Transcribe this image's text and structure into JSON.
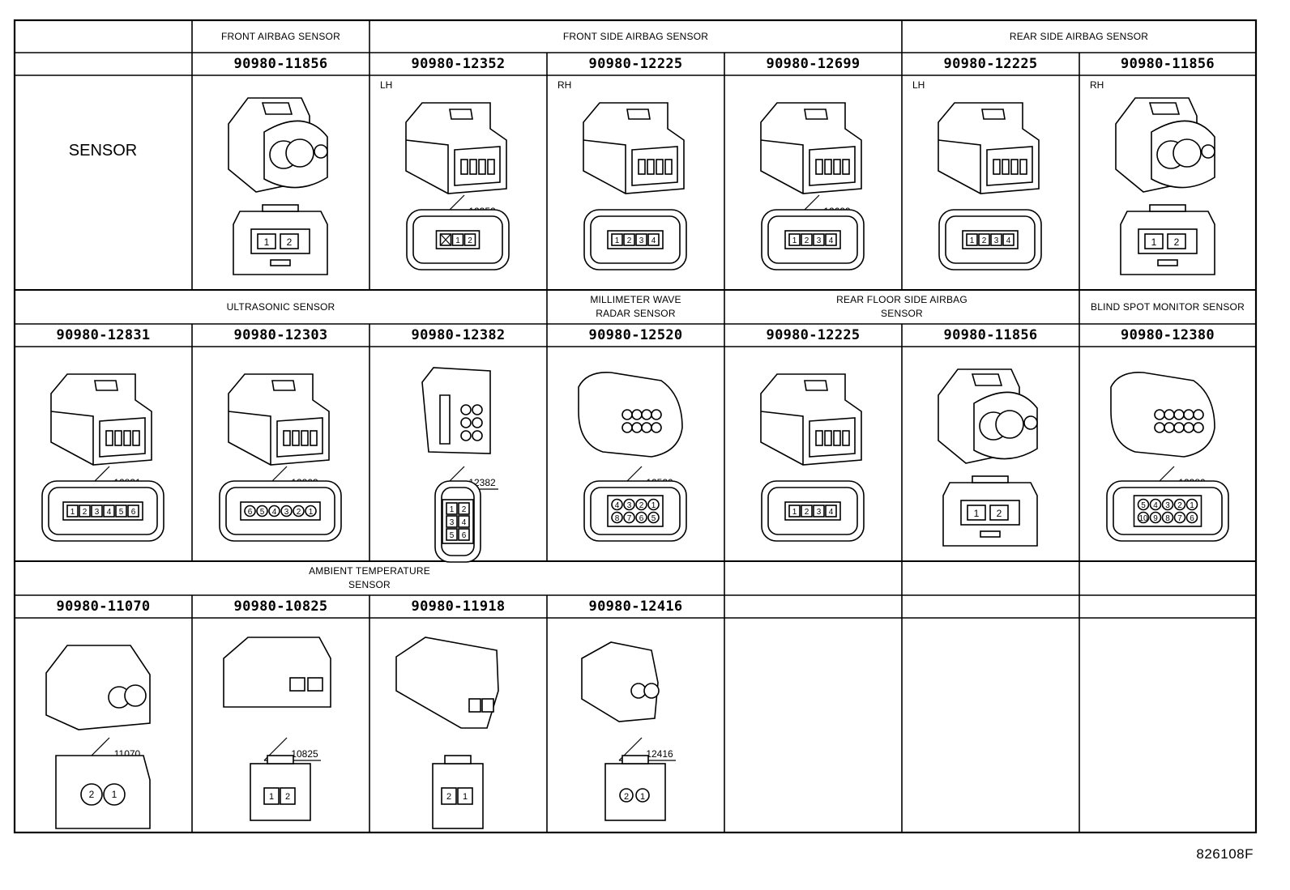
{
  "title": "SENSOR",
  "diagram_id": "826108F",
  "rows": [
    {
      "categories": [
        {
          "label": "FRONT AIRBAG SENSOR",
          "cols": 1
        },
        {
          "label": "FRONT SIDE AIRBAG SENSOR",
          "cols": 3
        },
        {
          "label": "REAR SIDE AIRBAG SENSOR",
          "cols": 2
        }
      ],
      "connectors": [
        {
          "part": "90980-11856",
          "type": "round",
          "pins": [
            "1",
            "2"
          ]
        },
        {
          "part": "90980-12352",
          "type": "rect",
          "side": "LH",
          "callout": "12352",
          "pins": [
            "X",
            "1",
            "2"
          ]
        },
        {
          "part": "90980-12225",
          "type": "rect",
          "side": "RH",
          "pins": [
            "1",
            "2",
            "3",
            "4"
          ]
        },
        {
          "part": "90980-12699",
          "type": "rect",
          "callout": "12699",
          "pins": [
            "1",
            "2",
            "3",
            "4"
          ]
        },
        {
          "part": "90980-12225",
          "type": "rect",
          "side": "LH",
          "pins": [
            "1",
            "2",
            "3",
            "4"
          ]
        },
        {
          "part": "90980-11856",
          "type": "round",
          "side": "RH",
          "pins": [
            "1",
            "2"
          ]
        }
      ]
    },
    {
      "categories": [
        {
          "label": "ULTRASONIC SENSOR",
          "cols": 3
        },
        {
          "label": "MILLIMETER WAVE\nRADAR SENSOR",
          "cols": 1
        },
        {
          "label": "REAR FLOOR SIDE AIRBAG\nSENSOR",
          "cols": 2
        },
        {
          "label": "BLIND SPOT MONITOR SENSOR",
          "cols": 1
        }
      ],
      "connectors": [
        {
          "part": "90980-12831",
          "type": "row6",
          "callout": "12831",
          "pins": [
            "1",
            "2",
            "3",
            "4",
            "5",
            "6"
          ]
        },
        {
          "part": "90980-12303",
          "type": "circ6",
          "callout": "12303",
          "pins": [
            "6",
            "5",
            "4",
            "3",
            "2",
            "1"
          ]
        },
        {
          "part": "90980-12382",
          "type": "vert6",
          "callout": "12382",
          "pins": [
            "1",
            "2",
            "3",
            "4",
            "5",
            "6"
          ]
        },
        {
          "part": "90980-12520",
          "type": "circ8",
          "callout": "12520",
          "pins": [
            "4",
            "3",
            "2",
            "1",
            "8",
            "7",
            "6",
            "5"
          ]
        },
        {
          "part": "90980-12225",
          "type": "rect",
          "pins": [
            "1",
            "2",
            "3",
            "4"
          ]
        },
        {
          "part": "90980-11856",
          "type": "round",
          "pins": [
            "1",
            "2"
          ]
        },
        {
          "part": "90980-12380",
          "type": "circ10",
          "callout": "12380",
          "pins": [
            "5",
            "4",
            "3",
            "2",
            "1",
            "10",
            "9",
            "8",
            "7",
            "6"
          ]
        }
      ]
    },
    {
      "categories": [
        {
          "label": "AMBIENT TEMPERATURE\nSENSOR",
          "cols": 4
        },
        {
          "label": "",
          "cols": 1
        },
        {
          "label": "",
          "cols": 1
        },
        {
          "label": "",
          "cols": 1
        }
      ],
      "connectors": [
        {
          "part": "90980-11070",
          "type": "twocirc",
          "callout": "11070",
          "pins": [
            "2",
            "1"
          ]
        },
        {
          "part": "90980-10825",
          "type": "twosq",
          "callout": "10825",
          "pins": [
            "1",
            "2"
          ]
        },
        {
          "part": "90980-11918",
          "type": "twovert",
          "pins": [
            "2",
            "1"
          ]
        },
        {
          "part": "90980-12416",
          "type": "twosmall",
          "callout": "12416",
          "pins": [
            "2",
            "1"
          ]
        },
        {
          "part": ""
        },
        {
          "part": ""
        },
        {
          "part": ""
        }
      ]
    }
  ]
}
